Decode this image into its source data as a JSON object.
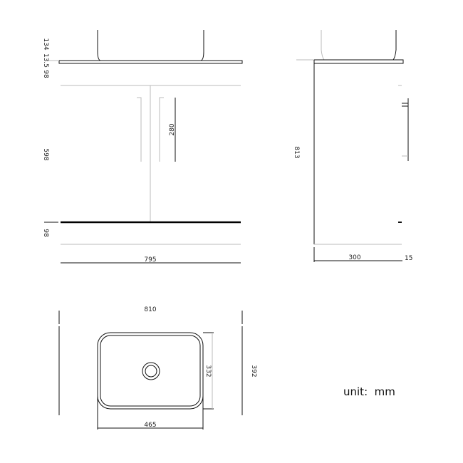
{
  "front_view": {
    "dims": {
      "basin_height": "134",
      "top_thickness": "13.5",
      "upper_gap": "98",
      "door_height": "598",
      "handle_length": "280",
      "lower_gap": "98",
      "width": "795"
    }
  },
  "side_view": {
    "dims": {
      "height": "813",
      "depth": "300",
      "offset": "15"
    }
  },
  "top_view": {
    "dims": {
      "overall_width": "810",
      "basin_width": "465",
      "basin_depth": "332",
      "overall_depth": "392"
    }
  },
  "unit_label": "unit:  mm"
}
